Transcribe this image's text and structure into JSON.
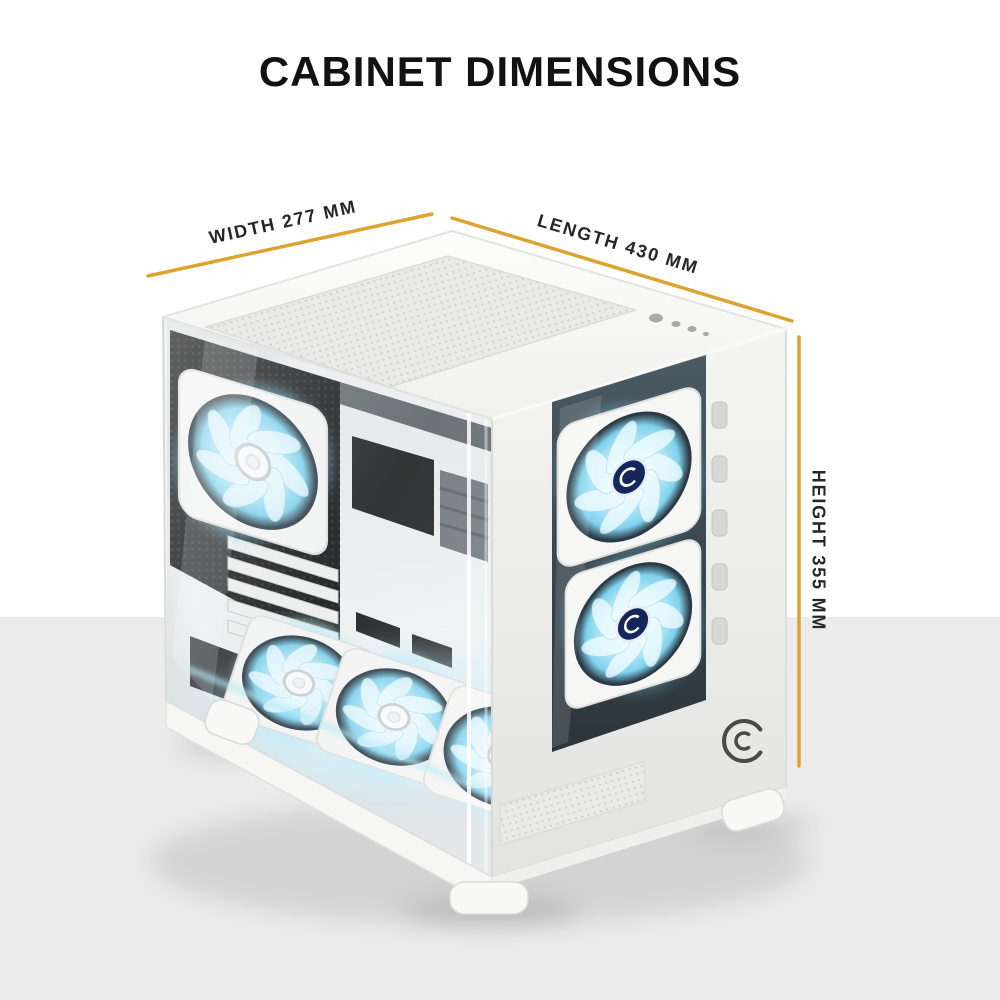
{
  "page": {
    "title": "CABINET DIMENSIONS"
  },
  "dimensions": {
    "width": {
      "label": "WIDTH 277 MM",
      "value_mm": 277
    },
    "length": {
      "label": "LENGTH 430 MM",
      "value_mm": 430
    },
    "height": {
      "label": "HEIGHT 355 MM",
      "value_mm": 355
    }
  },
  "colors": {
    "dimension_line": "#DCA42E",
    "fan_glow": "#8FD8F0",
    "floor": "#EBEBEB",
    "case_body": "#F6F6F4"
  },
  "icons": [
    {
      "name": "brand-logo",
      "description": "circular C brand mark on lower right of side panel"
    },
    {
      "name": "fan-icon",
      "description": "RGB cooling fans with cyan glow"
    }
  ]
}
